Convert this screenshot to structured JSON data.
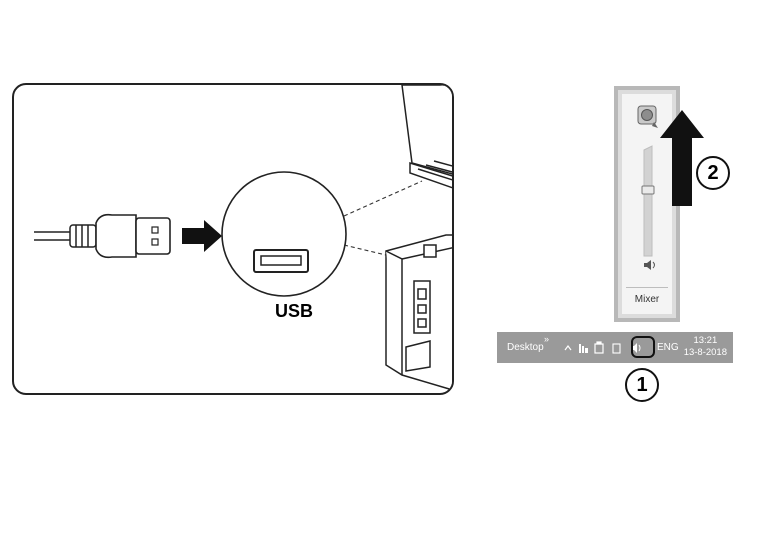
{
  "diagram": {
    "usb_label": "USB",
    "volume_popup": {
      "mixer_label": "Mixer"
    },
    "taskbar": {
      "desktop_label": "Desktop",
      "chevron": "»",
      "language": "ENG",
      "time": "13:21",
      "date": "13-8-2018"
    },
    "callouts": [
      {
        "number": "1"
      },
      {
        "number": "2"
      }
    ],
    "colors": {
      "line": "#222222",
      "taskbar": "#9a9a9a",
      "popup_border": "#b8b8b8",
      "arrow": "#111111"
    }
  }
}
